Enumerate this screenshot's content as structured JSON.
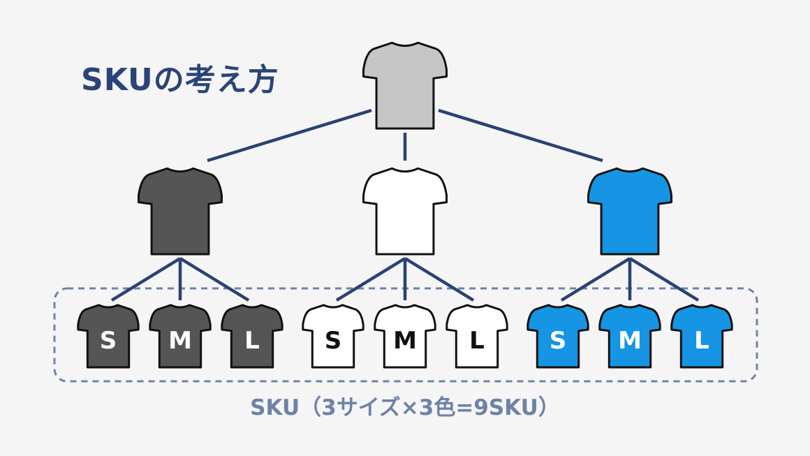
{
  "title": "SKUの考え方",
  "caption": "SKU（3サイズ×3色=9SKU）",
  "colors": {
    "line": "#2b4173",
    "dashed_frame": "#6e82a6",
    "outline": "#111111",
    "product": "#c6c6c6",
    "variants": {
      "dark": "#555555",
      "white": "#ffffff",
      "blue": "#1595e3"
    },
    "label_on_dark": "#ffffff",
    "label_on_white": "#111111"
  },
  "product": {
    "name": "t-shirt-icon",
    "color": "#c6c6c6"
  },
  "color_variants": [
    {
      "key": "dark",
      "icon": "dark-t-shirt-icon"
    },
    {
      "key": "white",
      "icon": "white-t-shirt-icon"
    },
    {
      "key": "blue",
      "icon": "blue-t-shirt-icon"
    }
  ],
  "sizes": [
    "S",
    "M",
    "L"
  ],
  "skus": [
    {
      "color": "dark",
      "size": "S"
    },
    {
      "color": "dark",
      "size": "M"
    },
    {
      "color": "dark",
      "size": "L"
    },
    {
      "color": "white",
      "size": "S"
    },
    {
      "color": "white",
      "size": "M"
    },
    {
      "color": "white",
      "size": "L"
    },
    {
      "color": "blue",
      "size": "S"
    },
    {
      "color": "blue",
      "size": "M"
    },
    {
      "color": "blue",
      "size": "L"
    }
  ]
}
